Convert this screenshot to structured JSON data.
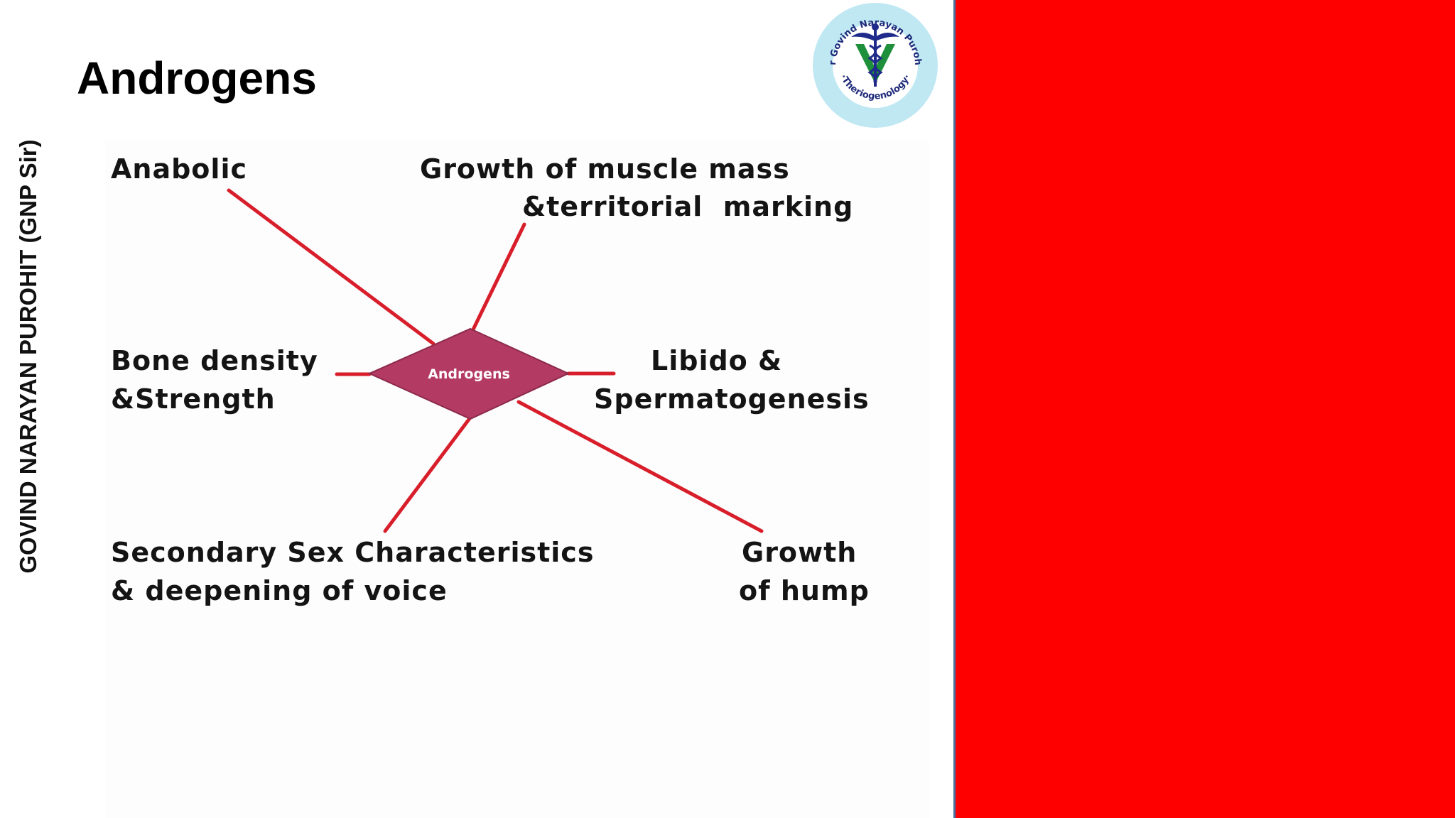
{
  "slide": {
    "title": "Androgens",
    "author_vertical": "GOVIND NARAYAN PUROHIT (GNP Sir)"
  },
  "logo": {
    "ring_text_top": "Dr Govind Narayan Purohit",
    "ring_text_bottom": "·Theriogenology·",
    "icon": "caduceus-icon"
  },
  "diagram": {
    "center": "Androgens",
    "labels": {
      "anabolic": "Anabolic",
      "muscle_line1": "Growth of muscle mass",
      "muscle_line2": "&territorial  marking",
      "bone_line1": "Bone density",
      "bone_line2": "&Strength",
      "libido_line1": "Libido &",
      "libido_line2": "Spermatogenesis",
      "secondary_line1": "Secondary Sex Characteristics",
      "secondary_line2": "& deepening of voice",
      "hump_line1": "Growth",
      "hump_line2": "of hump"
    }
  },
  "colors": {
    "connector": "#d81e2a",
    "center_shape": "#b33a62",
    "right_panel": "#ff0000",
    "panel_border": "#4a6fa5"
  }
}
